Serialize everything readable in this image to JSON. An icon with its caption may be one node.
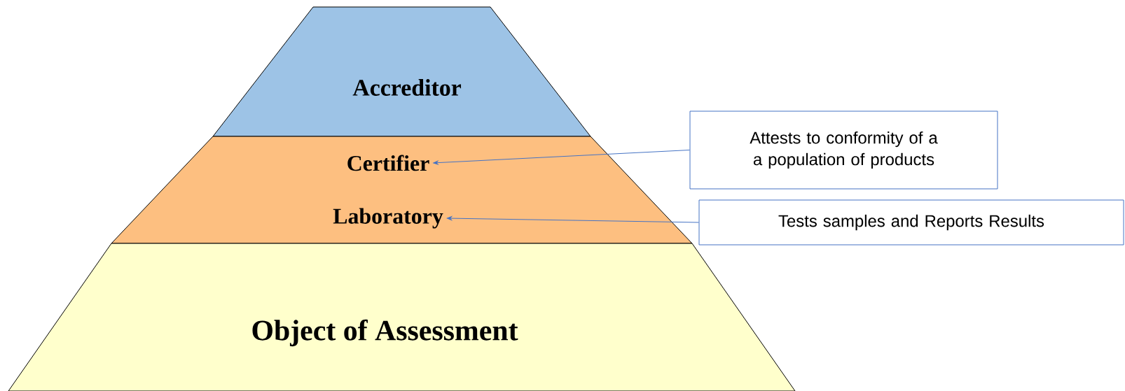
{
  "diagram": {
    "nodes": [
      {
        "text": [
          "Accreditor"
        ]
      },
      {
        "text": [],
        "shape": "band"
      },
      {
        "text": [
          "Certifier"
        ],
        "in": 1
      },
      {
        "text": [
          "Laboratory"
        ],
        "in": 1
      },
      {
        "text": [
          "Object of Assessment"
        ]
      },
      {
        "text": [
          "Attests to conformity of a a population of products"
        ]
      },
      {
        "text": [
          "Tests samples and Reports Results"
        ]
      }
    ],
    "edges": [
      {
        "from": 5,
        "to": 2,
        "arrow": "to",
        "color": "#4472c4"
      },
      {
        "from": 6,
        "to": 3,
        "arrow": "to",
        "color": "#4472c4"
      }
    ]
  }
}
